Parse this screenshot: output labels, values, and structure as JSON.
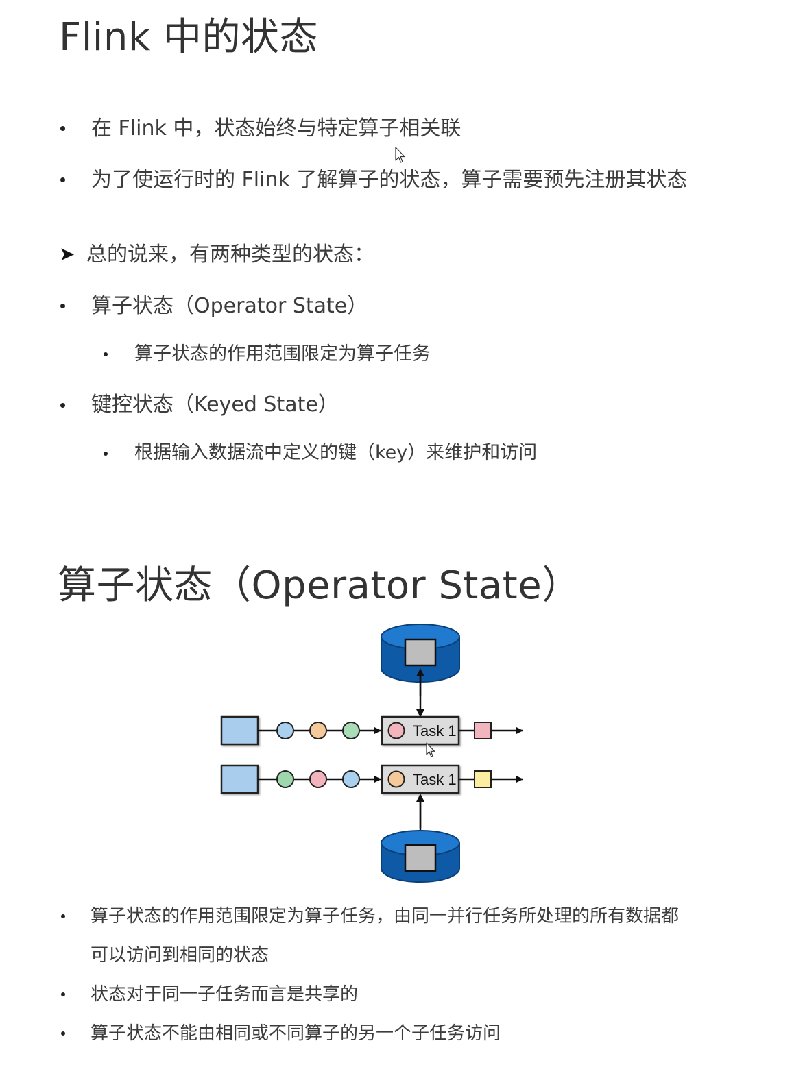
{
  "section1": {
    "title": "Flink 中的状态",
    "bullets": [
      "在 Flink 中，状态始终与特定算子相关联",
      "为了使运行时的 Flink 了解算子的状态，算子需要预先注册其状态"
    ],
    "arrow_item": "总的说来，有两种类型的状态：",
    "types": [
      {
        "label": "算子状态（Operator State）",
        "sub": "算子状态的作用范围限定为算子任务"
      },
      {
        "label": "键控状态（Keyed State）",
        "sub": "根据输入数据流中定义的键（key）来维护和访问"
      }
    ]
  },
  "section2": {
    "title": "算子状态（Operator State）",
    "diagram": {
      "tasks": [
        {
          "label": "Task 1",
          "input_colors": [
            "#a9d0ee",
            "#9ecf9e",
            "#f6c99a"
          ],
          "state_color": "#f3b5bd",
          "output_color": "#f3b5bd"
        },
        {
          "label": "Task 1",
          "input_colors": [
            "#a9d0ee",
            "#f3b5bd",
            "#a9ddb8"
          ],
          "state_color": "#f6c99a",
          "output_color": "#fbeea0"
        }
      ],
      "colors": {
        "db_blue": "#1a6fc2",
        "db_dark": "#0b4a8c",
        "source": "#a9cdec",
        "task_bg": "#dcdcdc",
        "square_gray": "#bdbdbd"
      }
    },
    "bullets": [
      "算子状态的作用范围限定为算子任务，由同一并行任务所处理的所有数据都",
      "可以访问到相同的状态",
      "状态对于同一子任务而言是共享的",
      "算子状态不能由相同或不同算子的另一个子任务访问"
    ]
  }
}
